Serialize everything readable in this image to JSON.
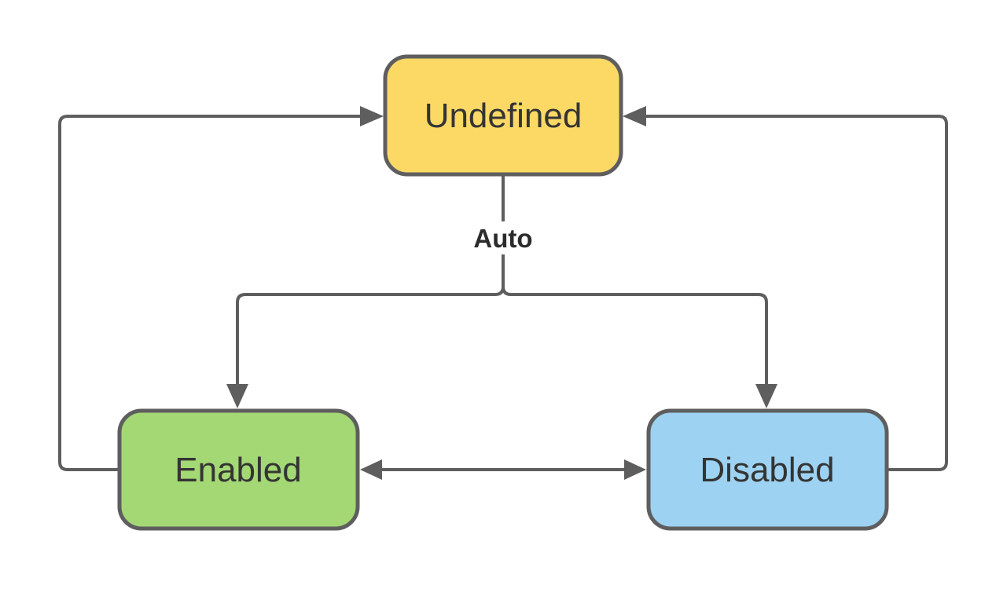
{
  "diagram": {
    "type": "state-diagram",
    "background_color": "#FFFFFF",
    "stroke_color": "#5E5E5E",
    "label_text_color": "#343434",
    "nodes": [
      {
        "id": "undefined",
        "label": "Undefined",
        "fill": "#FCD965",
        "shape": "rounded-rectangle"
      },
      {
        "id": "enabled",
        "label": "Enabled",
        "fill": "#A3D874",
        "shape": "rounded-rectangle"
      },
      {
        "id": "disabled",
        "label": "Disabled",
        "fill": "#9DD2F2",
        "shape": "rounded-rectangle"
      }
    ],
    "edges": [
      {
        "from": "undefined",
        "to": "enabled",
        "label": "Auto",
        "arrow": "single"
      },
      {
        "from": "undefined",
        "to": "disabled",
        "label": "Auto",
        "arrow": "single"
      },
      {
        "from": "enabled",
        "to": "undefined",
        "label": "",
        "arrow": "single"
      },
      {
        "from": "disabled",
        "to": "undefined",
        "label": "",
        "arrow": "single"
      },
      {
        "from": "enabled",
        "to": "disabled",
        "label": "",
        "arrow": "double"
      }
    ],
    "auto_label": "Auto"
  }
}
